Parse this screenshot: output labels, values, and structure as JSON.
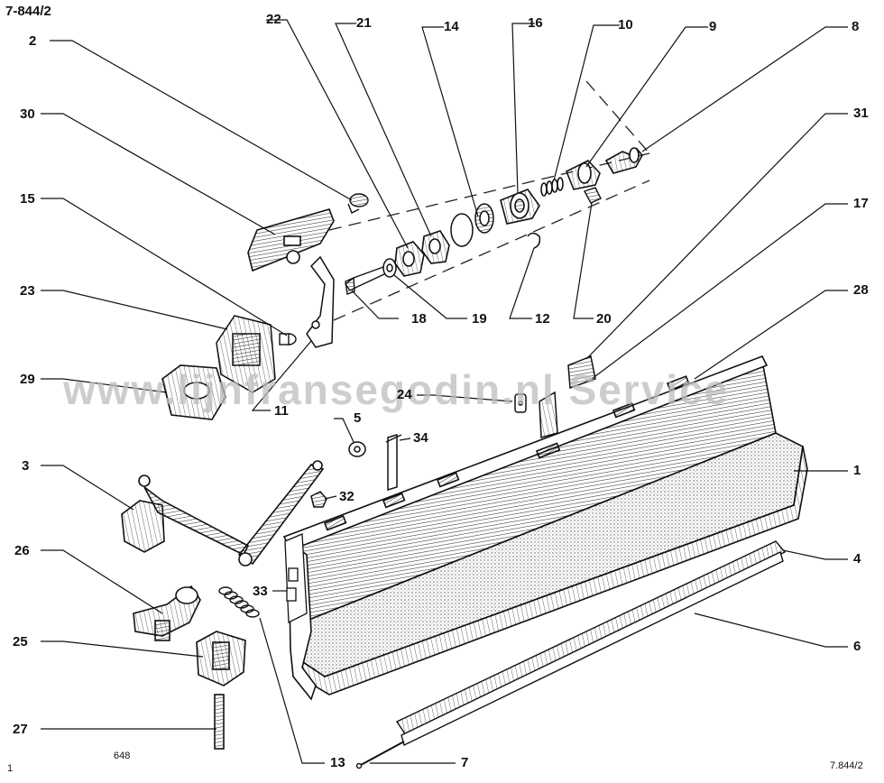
{
  "header": {
    "code_top_left": "7-844/2"
  },
  "footer": {
    "page_left": "1",
    "page_center": "648",
    "code_bottom_right": "7.844/2"
  },
  "watermark": "www.lijnfransegodin.nl  Service",
  "callouts": [
    {
      "id": "c2",
      "num": "2"
    },
    {
      "id": "c30",
      "num": "30"
    },
    {
      "id": "c15",
      "num": "15"
    },
    {
      "id": "c23",
      "num": "23"
    },
    {
      "id": "c29",
      "num": "29"
    },
    {
      "id": "c3",
      "num": "3"
    },
    {
      "id": "c26",
      "num": "26"
    },
    {
      "id": "c25",
      "num": "25"
    },
    {
      "id": "c27",
      "num": "27"
    },
    {
      "id": "c22",
      "num": "22"
    },
    {
      "id": "c21",
      "num": "21"
    },
    {
      "id": "c14",
      "num": "14"
    },
    {
      "id": "c16",
      "num": "16"
    },
    {
      "id": "c10",
      "num": "10"
    },
    {
      "id": "c9",
      "num": "9"
    },
    {
      "id": "c8",
      "num": "8"
    },
    {
      "id": "c31",
      "num": "31"
    },
    {
      "id": "c17",
      "num": "17"
    },
    {
      "id": "c28",
      "num": "28"
    },
    {
      "id": "c1",
      "num": "1"
    },
    {
      "id": "c4",
      "num": "4"
    },
    {
      "id": "c6",
      "num": "6"
    },
    {
      "id": "c7",
      "num": "7"
    },
    {
      "id": "c13",
      "num": "13"
    },
    {
      "id": "c33",
      "num": "33"
    },
    {
      "id": "c32",
      "num": "32"
    },
    {
      "id": "c34",
      "num": "34"
    },
    {
      "id": "c5",
      "num": "5"
    },
    {
      "id": "c24",
      "num": "24"
    },
    {
      "id": "c11",
      "num": "11"
    },
    {
      "id": "c18",
      "num": "18"
    },
    {
      "id": "c19",
      "num": "19"
    },
    {
      "id": "c12",
      "num": "12"
    },
    {
      "id": "c20",
      "num": "20"
    }
  ]
}
